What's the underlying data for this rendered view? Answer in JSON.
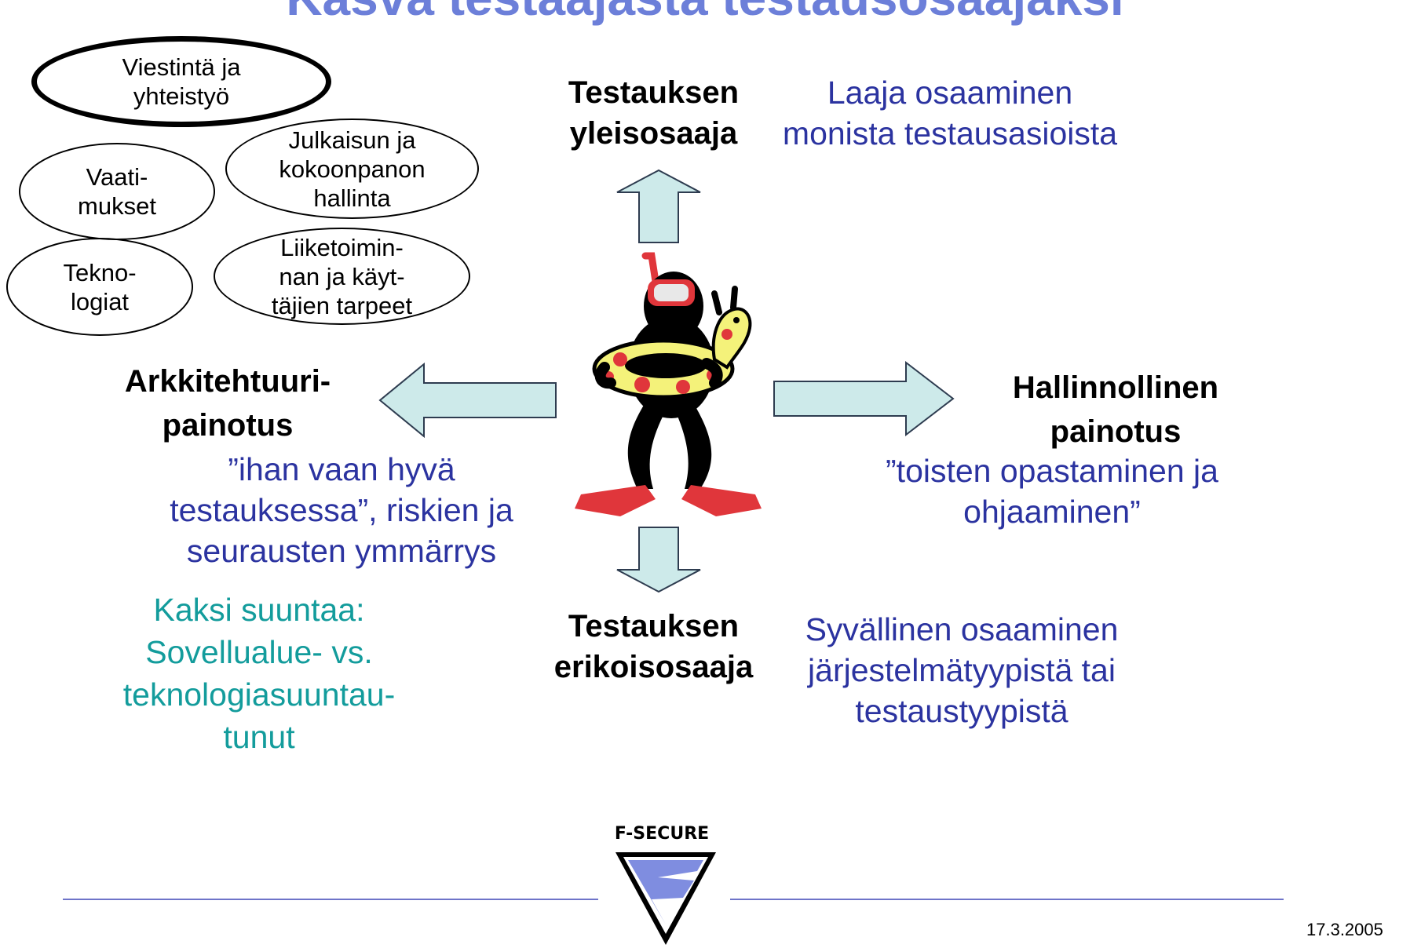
{
  "title": "Kasva testaajasta testausosaajaksi",
  "skills": [
    "Viestintä ja\nyhteistyö",
    "Vaati-\nmukset",
    "Julkaisun ja\nkokoonpanon\nhallinta",
    "Tekno-\nlogiat",
    "Liiketoimin-\nnan ja käyt-\ntäjien tarpeet"
  ],
  "directions": {
    "up": {
      "label": "Testauksen\nyleisosaaja",
      "desc": "Laaja osaaminen\nmonista testausasioista"
    },
    "left": {
      "label": "Arkkitehtuuri-\npainotus",
      "desc": "”ihan vaan hyvä\ntestauksessa”, riskien ja\nseurausten ymmärrys"
    },
    "right": {
      "label": "Hallinnollinen\npainotus",
      "desc": "”toisten opastaminen ja\nohjaaminen”"
    },
    "down": {
      "label": "Testauksen\nerikoisosaaja",
      "desc": "Syvällinen osaaminen\njärjestelmätyypistä tai\ntestaustyypistä"
    }
  },
  "note": "Kaksi suuntaa:\nSovellualue- vs.\nteknologiasuuntau-\ntunut",
  "logo_text": "F-SECURE",
  "date": "17.3.2005",
  "colors": {
    "title": "#6c7fd9",
    "blue_text": "#2b33a0",
    "teal_text": "#139c9c",
    "arrow_fill": "#cdeaea",
    "rule": "#6e74c9"
  }
}
